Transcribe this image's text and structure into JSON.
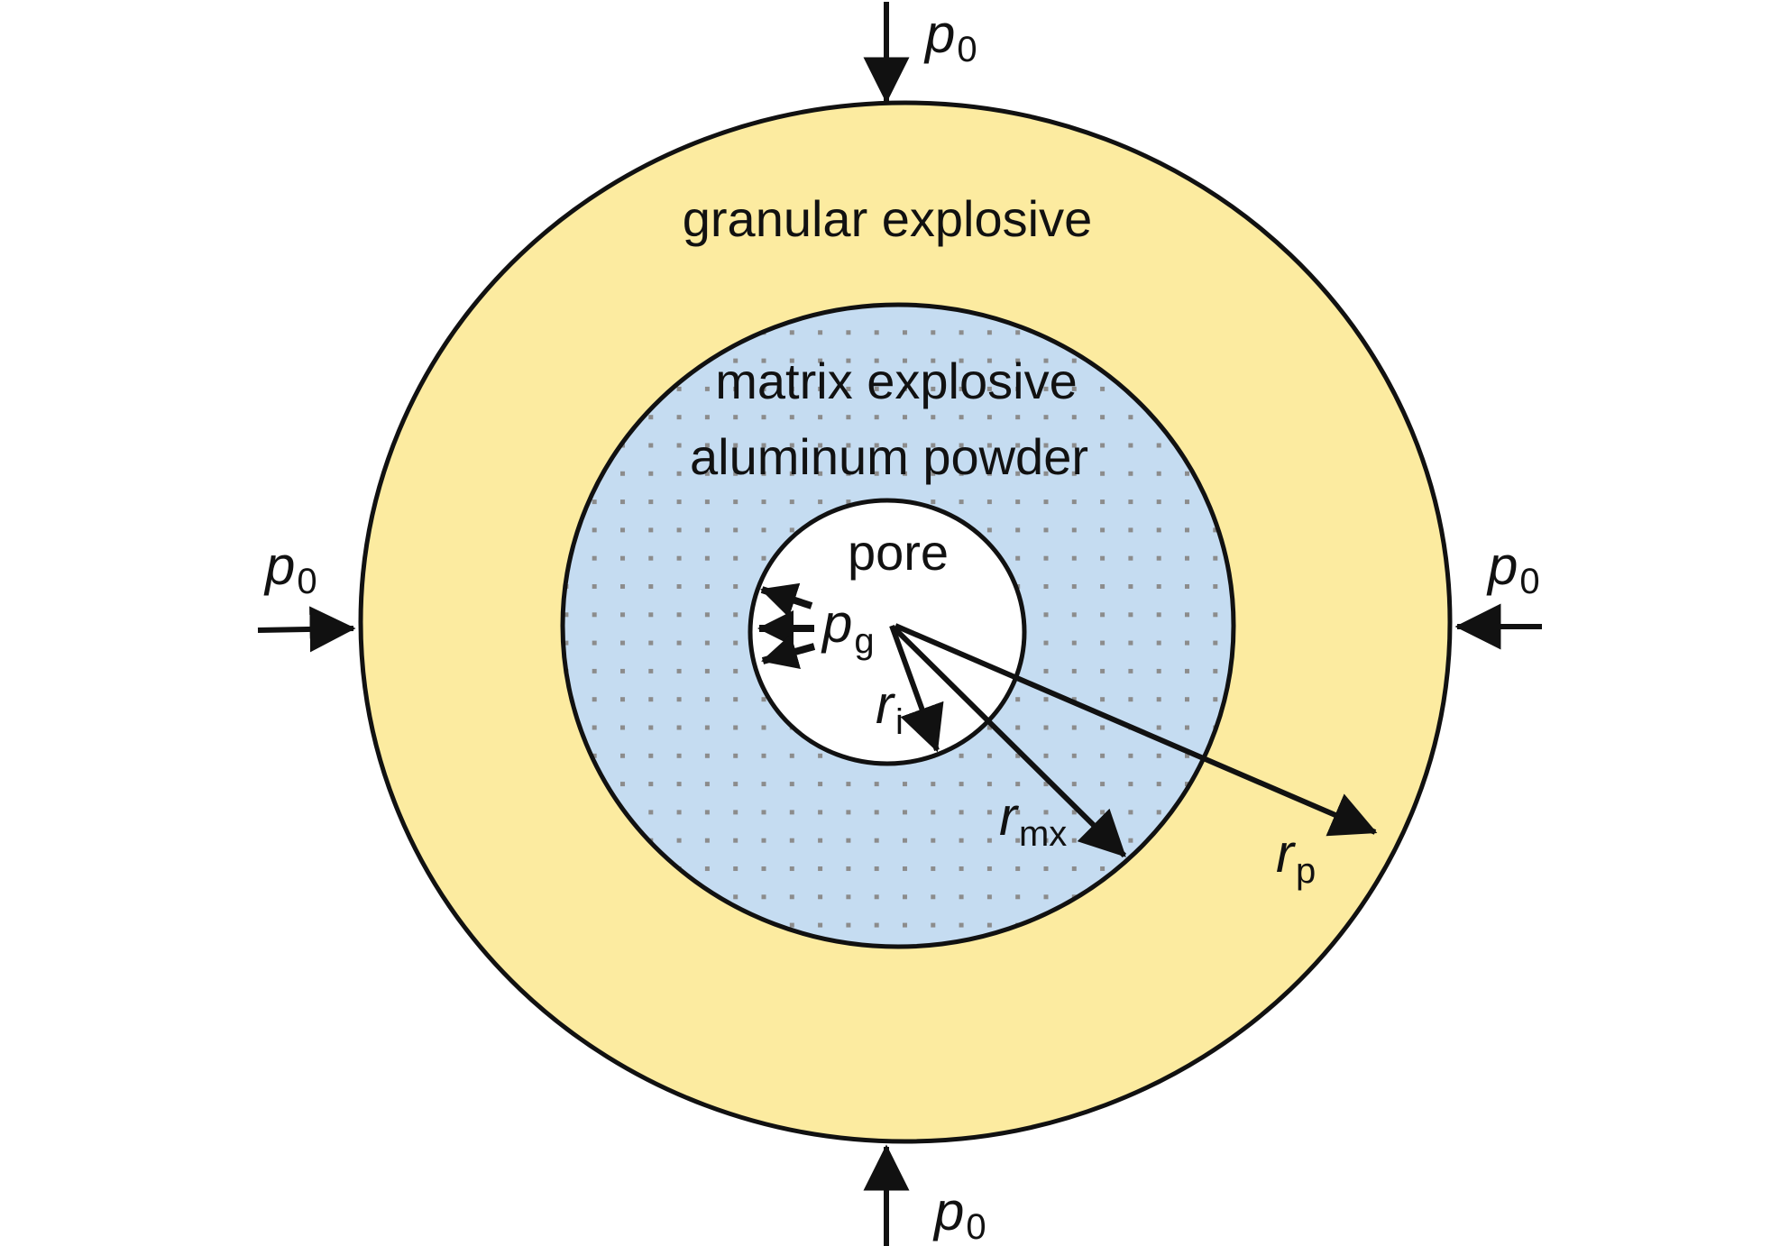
{
  "colors": {
    "outer_fill": "#FCEBA0",
    "matrix_fill": "#C5DCF1",
    "pore_fill": "#FFFFFF",
    "dot": "#8C8C8C",
    "stroke": "#111111"
  },
  "regions": {
    "outer": "granular explosive",
    "matrix_line1": "matrix explosive",
    "matrix_line2": "aluminum powder",
    "pore": "pore"
  },
  "labels": {
    "p0_symbol": "p",
    "p0_sub": "0",
    "pg_symbol": "p",
    "pg_sub": "g",
    "ri_symbol": "r",
    "ri_sub": "i",
    "rmx_symbol": "r",
    "rmx_sub": "mx",
    "rp_symbol": "r",
    "rp_sub": "p"
  }
}
